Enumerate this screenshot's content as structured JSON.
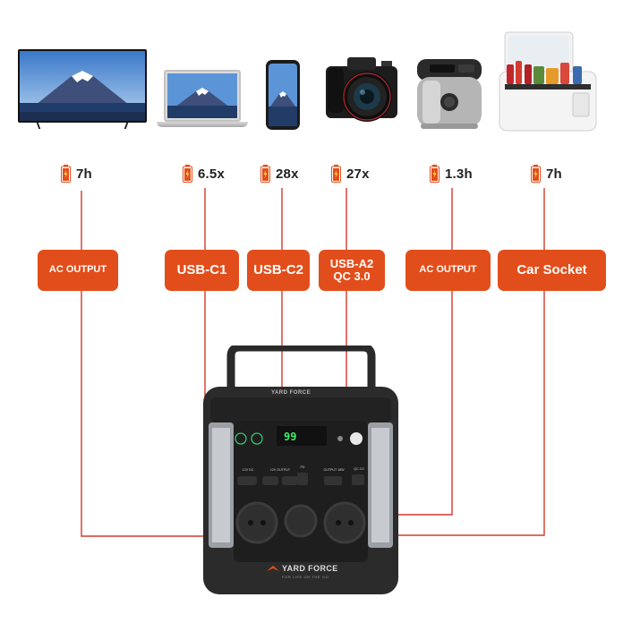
{
  "devices": [
    {
      "name": "tv",
      "runtime": "7h",
      "port": "AC OUTPUT"
    },
    {
      "name": "laptop",
      "runtime": "6.5x",
      "port": "USB-C1"
    },
    {
      "name": "smartphone",
      "runtime": "28x",
      "port": "USB-C2"
    },
    {
      "name": "camera",
      "runtime": "27x",
      "port_line1": "USB-A2",
      "port_line2": "QC 3.0"
    },
    {
      "name": "rice-cooker",
      "runtime": "1.3h",
      "port": "AC OUTPUT"
    },
    {
      "name": "cool-box",
      "runtime": "7h",
      "port": "Car Socket"
    }
  ],
  "station": {
    "brand_top": "YARD FORCE",
    "brand_bottom": "YARD FORCE",
    "tagline": "FOR LIFE ON THE GO",
    "display": "99",
    "port_labels": [
      "12V DC",
      "12V OUTPUT",
      "PD",
      "OUTPUT 18W",
      "QC 3.0"
    ]
  },
  "colors": {
    "accent": "#e24e1b",
    "wire": "#d23a2c",
    "station_body": "#2b2b2b"
  }
}
